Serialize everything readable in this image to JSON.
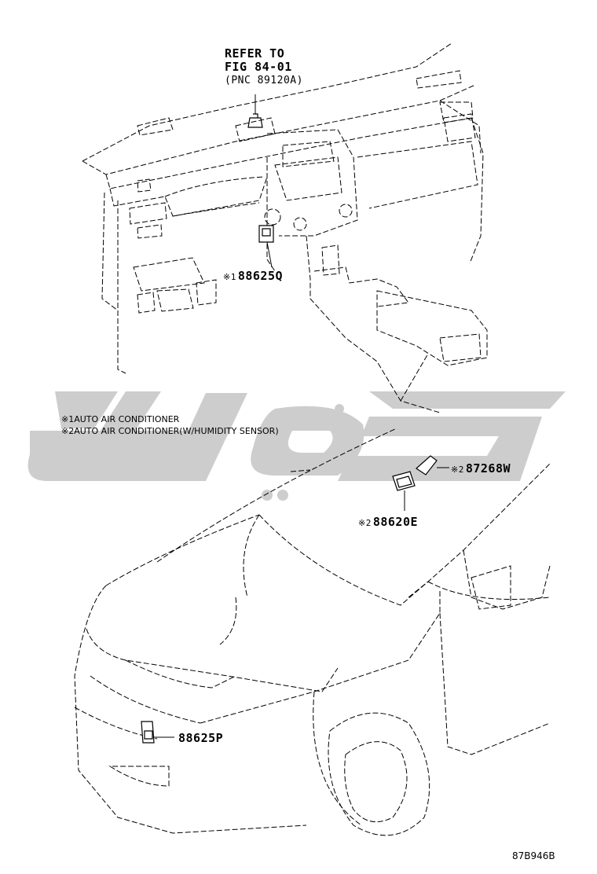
{
  "reference": {
    "line1": "REFER TO",
    "line2": "FIG 84-01",
    "line3": "(PNC 89120A)"
  },
  "notes": [
    {
      "mark": "※1",
      "text": "AUTO AIR CONDITIONER"
    },
    {
      "mark": "※2",
      "text": "AUTO AIR CONDITIONER(W/HUMIDITY SENSOR)"
    }
  ],
  "callouts": {
    "p88625q": {
      "mark": "※1",
      "part": "88625Q"
    },
    "p87268w": {
      "mark": "※2",
      "part": "87268W"
    },
    "p88620e": {
      "mark": "※2",
      "part": "88620E"
    },
    "p88625p": {
      "mark": "",
      "part": "88625P"
    }
  },
  "illustration_code": "87B946B",
  "watermark_color": "#c8c8c8"
}
